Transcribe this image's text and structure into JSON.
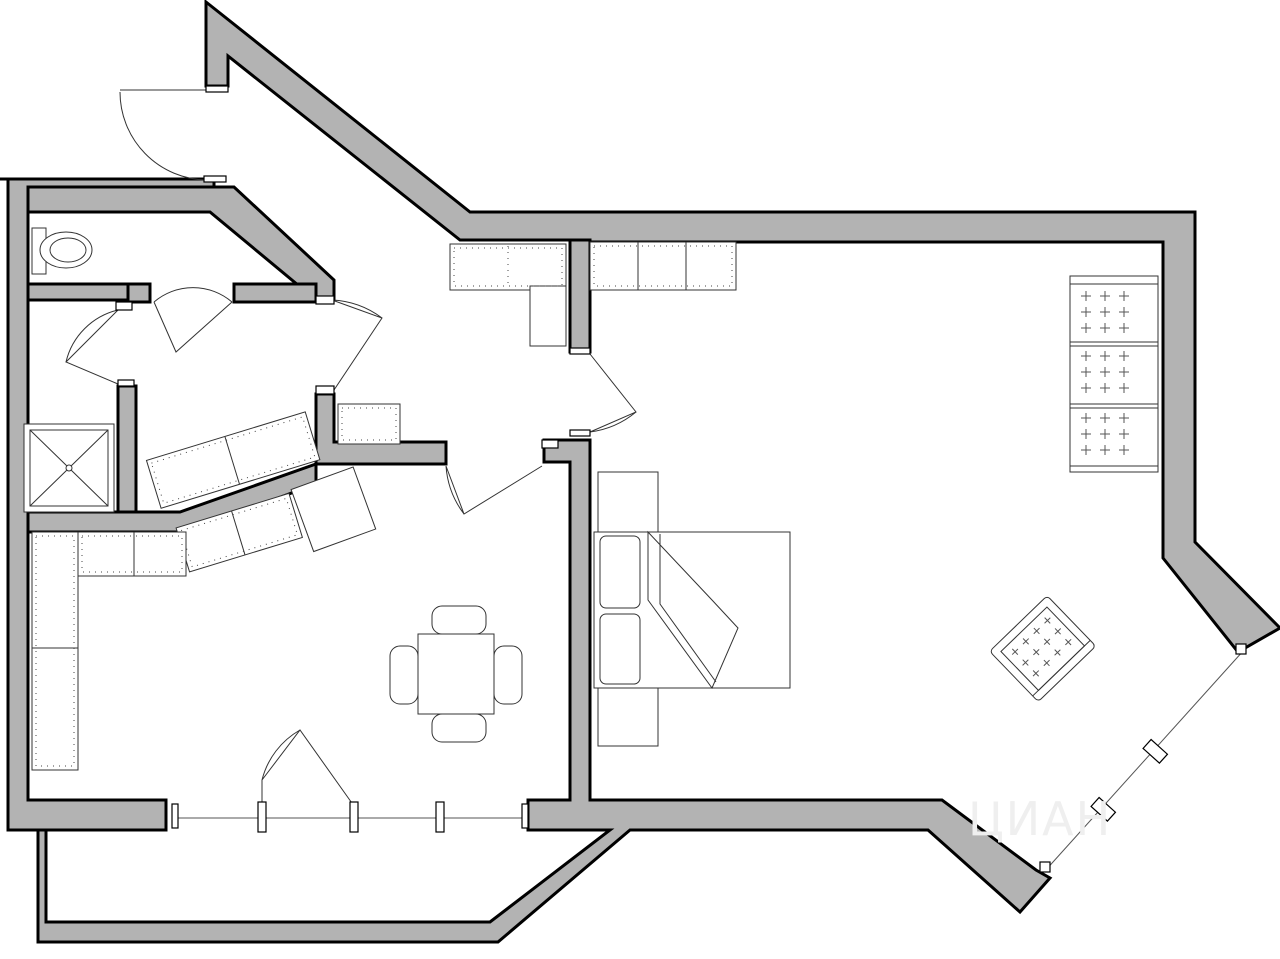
{
  "watermark": {
    "text": "ЦИАН",
    "color": "#efefef"
  },
  "colors": {
    "wall": "#b3b3b3",
    "outline": "#000000",
    "background": "#ffffff"
  },
  "rooms": [
    {
      "id": "entrance-corridor"
    },
    {
      "id": "toilet"
    },
    {
      "id": "bathroom"
    },
    {
      "id": "hall"
    },
    {
      "id": "kitchen"
    },
    {
      "id": "living-room"
    },
    {
      "id": "balcony"
    }
  ],
  "furniture": [
    {
      "id": "toilet-bowl"
    },
    {
      "id": "shower-tray"
    },
    {
      "id": "wardrobe"
    },
    {
      "id": "kitchen-counter"
    },
    {
      "id": "dining-table"
    },
    {
      "id": "bed"
    },
    {
      "id": "sofa"
    },
    {
      "id": "armchair"
    }
  ]
}
